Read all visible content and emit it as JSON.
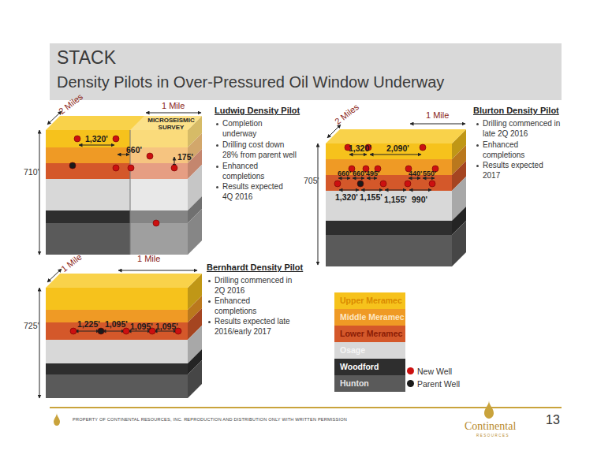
{
  "diagram": {
    "title": "STACK",
    "labels": [
      "Density Pilots in Over-Pressured Oil Window Underway",
      "2 Miles",
      "1 Mile",
      "MICROSEISMIC SURVEY",
      "1,320'",
      "660'",
      "175'",
      "710'",
      "Ludwig Density Pilot",
      "Completion underway",
      "Drilling cost down 28% from parent well",
      "Enhanced completions",
      "Results expected 4Q 2016",
      "2 Miles",
      "1 Mile",
      "1,320'",
      "2,090'",
      "660'",
      "660'",
      "495'",
      "440'",
      "550'",
      "1,320'",
      "1,155'",
      "1,155'",
      "990'",
      "705'",
      "Blurton Density Pilot",
      "Drilling commenced in late 2Q 2016",
      "Enhanced completions",
      "Results expected 2017",
      "1 Mile",
      "1 Mile",
      "1,225'",
      "1,095'",
      "1,095'",
      "1,095'",
      "725'",
      "Bernhardt Density Pilot",
      "Drilling commenced in 2Q 2016",
      "Enhanced completions",
      "Results expected late 2016/early 2017",
      "PROPERTY OF CONTINENTAL RESOURCES, INC. REPRODUCTION AND DISTRIBUTION ONLY WITH WRITTEN PERMISSION",
      "13",
      "Continental",
      "RESOURCES"
    ],
    "legend": [
      {
        "text": "Upper Meramec",
        "color": "#f6c21c"
      },
      {
        "text": "Middle Meramec",
        "color": "#ef9a25"
      },
      {
        "text": "Lower Meramec",
        "color": "#d4582a"
      },
      {
        "text": "Osage",
        "color": "#d8d8d8"
      },
      {
        "text": "Woodford",
        "color": "#2e2e2e"
      },
      {
        "text": "Hunton",
        "color": "#5a5a5a"
      },
      {
        "text": "New Well",
        "color": "#cc1010"
      },
      {
        "text": "Parent Well",
        "color": "#1a1a1a"
      }
    ]
  }
}
